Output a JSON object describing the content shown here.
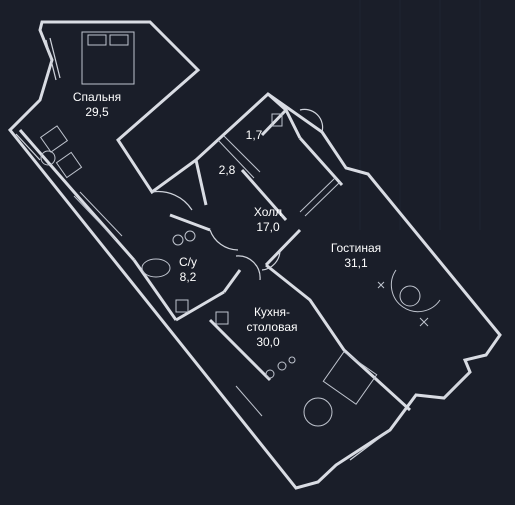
{
  "rooms": [
    {
      "name": "Спальня",
      "area": "29,5"
    },
    {
      "name": "",
      "area": "1,7"
    },
    {
      "name": "",
      "area": "2,8"
    },
    {
      "name": "Холл",
      "area": "17,0"
    },
    {
      "name": "Гостиная",
      "area": "31,1"
    },
    {
      "name": "С/у",
      "area": "8,2"
    },
    {
      "name": "Кухня-",
      "name2": "столовая",
      "area": "30,0"
    }
  ],
  "colors": {
    "background": "#1a1e29",
    "wall": "#d9dce3"
  }
}
